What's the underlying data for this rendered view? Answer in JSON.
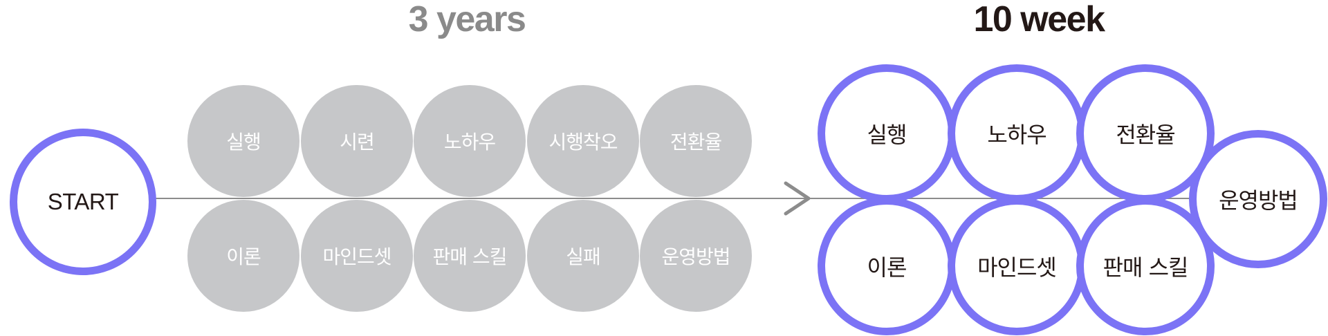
{
  "headings": {
    "left": "3 years",
    "right": "10 week"
  },
  "start_label": "START",
  "years_circles": [
    "실행",
    "시련",
    "노하우",
    "시행착오",
    "전환율",
    "이론",
    "마인드셋",
    "판매 스킬",
    "실패",
    "운영방법"
  ],
  "week_circles": [
    "실행",
    "노하우",
    "전환율",
    "운영방법",
    "이론",
    "마인드셋",
    "판매 스킬"
  ],
  "colors": {
    "accent_ring": "#7b73f5",
    "gray_circle": "#c6c7c9",
    "heading_gray": "#8a8a8a",
    "heading_dark": "#231816",
    "axis_line": "#8c8c8c"
  }
}
